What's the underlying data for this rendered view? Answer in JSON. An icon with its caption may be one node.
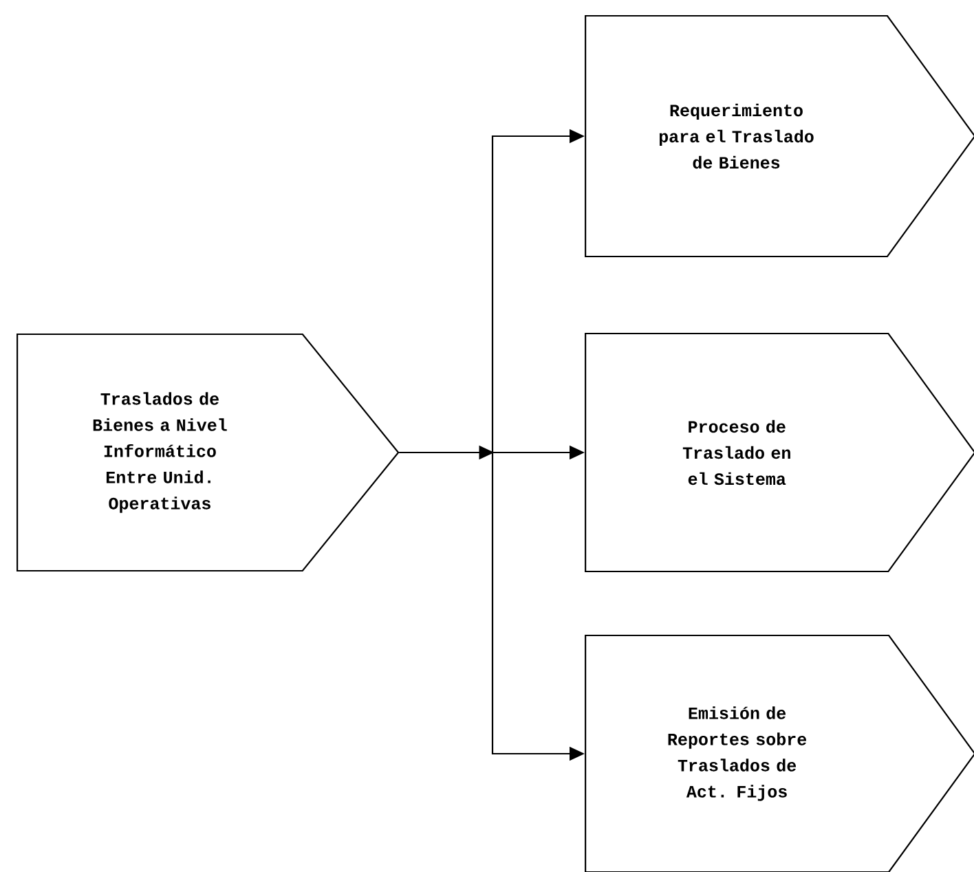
{
  "diagram": {
    "nodes": [
      {
        "text": [
          "Traslados de Bienes a Nivel Informático Entre Unid. Operativas"
        ]
      },
      {
        "text": [
          "Requerimiento para el Traslado de Bienes"
        ]
      },
      {
        "text": [
          "Proceso de Traslado en el Sistema"
        ]
      },
      {
        "text": [
          "Emisión de Reportes sobre Traslados de Act. Fijos"
        ]
      }
    ],
    "edges": [
      {
        "from": 0,
        "to": 1,
        "arrow": "to"
      },
      {
        "from": 0,
        "to": 2,
        "arrow": "to"
      },
      {
        "from": 0,
        "to": 3,
        "arrow": "to"
      }
    ]
  }
}
